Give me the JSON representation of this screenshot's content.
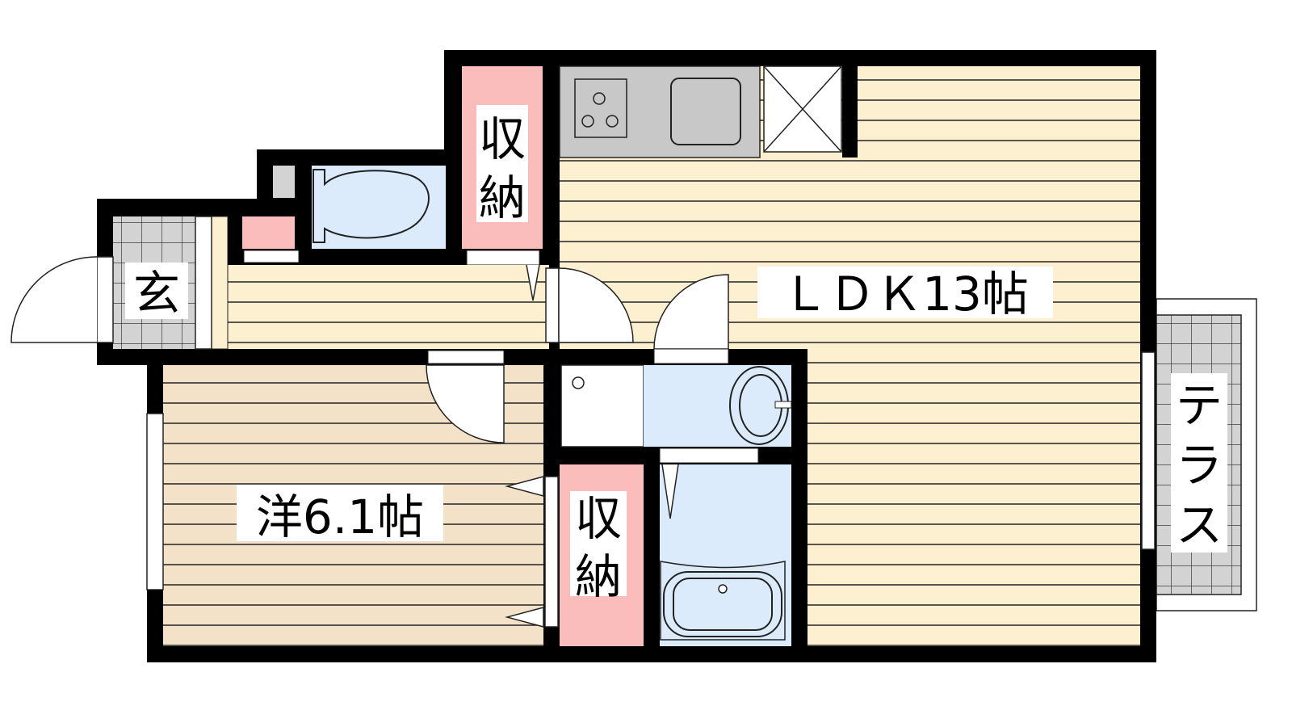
{
  "rooms": {
    "ldk": {
      "label": "ＬＤＫ13帖"
    },
    "western": {
      "label": "洋6.1帖"
    },
    "storage_top": {
      "label_1": "収",
      "label_2": "納"
    },
    "storage_bottom": {
      "label_1": "収",
      "label_2": "納"
    },
    "entrance": {
      "label": "玄"
    },
    "terrace": {
      "label_1": "テ",
      "label_2": "ラ",
      "label_3": "ス"
    }
  },
  "colors": {
    "wall": "#000000",
    "ldk_floor": "#fdf0d0",
    "western_floor": "#f3e2c8",
    "storage": "#fbbcbc",
    "wet_area": "#dcebfb",
    "tile": "#d3d3d3",
    "kitchen": "#c8c8c8"
  }
}
